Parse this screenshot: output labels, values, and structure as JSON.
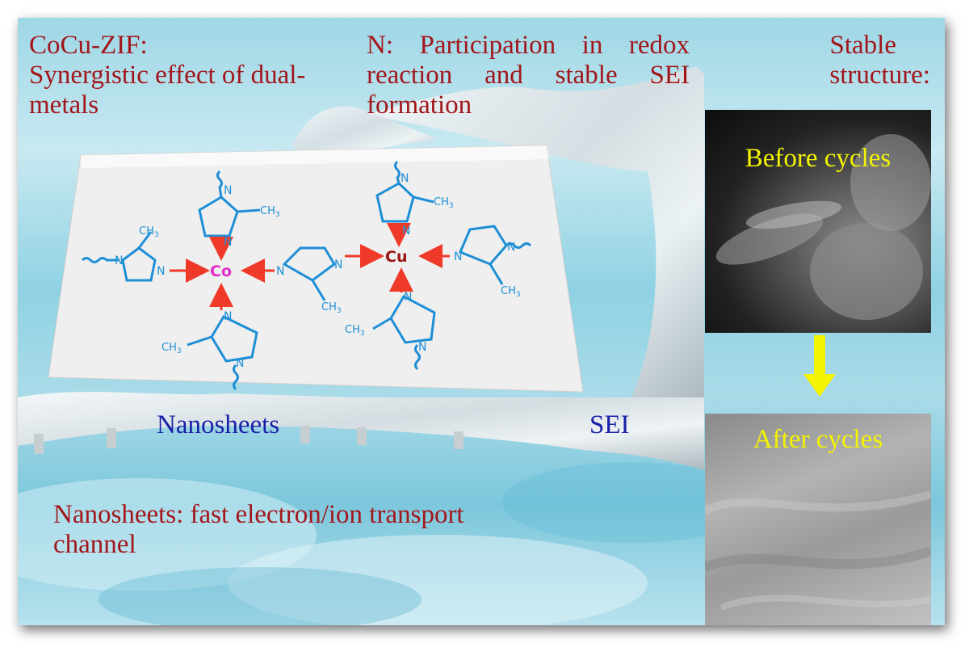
{
  "texts": {
    "cocu_title": "CoCu-ZIF:",
    "cocu_sub": "Synergistic effect of dual-metals",
    "n_title": "N: Participation in redox reaction and stable SEI formation",
    "stable_line1": "Stable",
    "stable_line2": "structure:",
    "before_cycles": "Before cycles",
    "after_cycles": "After cycles",
    "nanosheets_label": "Nanosheets",
    "sei_label": "SEI",
    "nanosheets_desc": "Nanosheets: fast electron/ion transport channel"
  },
  "chem": {
    "metal1": "Co",
    "metal2": "Cu",
    "nitrogen": "N",
    "methyl": "CH",
    "subscript": "3"
  },
  "colors": {
    "red_text": "#a2161b",
    "blue_text": "#1a20a8",
    "yellow_text": "#f4f400",
    "ligand_blue": "#1e8fd6",
    "arrow_red": "#ef3a2a",
    "co_magenta": "#e02cc8",
    "cu_darkred": "#9a1414"
  }
}
